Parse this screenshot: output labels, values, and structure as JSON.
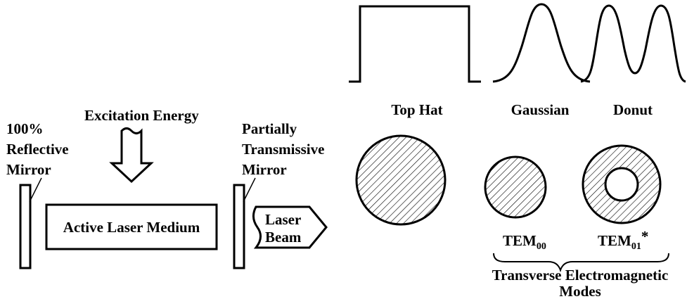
{
  "diagram": {
    "excitation_label": "Excitation Energy",
    "mirror_left": [
      "100%",
      "Reflective",
      "Mirror"
    ],
    "mirror_right": [
      "Partially",
      "Transmissive",
      "Mirror"
    ],
    "medium_label": "Active Laser Medium",
    "beam_label": [
      "Laser",
      "Beam"
    ]
  },
  "profiles": {
    "top_hat": "Top Hat",
    "gaussian": "Gaussian",
    "donut": "Donut"
  },
  "modes": {
    "tem00_base": "TEM",
    "tem00_sub": "00",
    "tem01_base": "TEM",
    "tem01_sub": "01",
    "tem01_suffix": "*",
    "group_label": [
      "Transverse Electromagnetic",
      "Modes"
    ]
  }
}
